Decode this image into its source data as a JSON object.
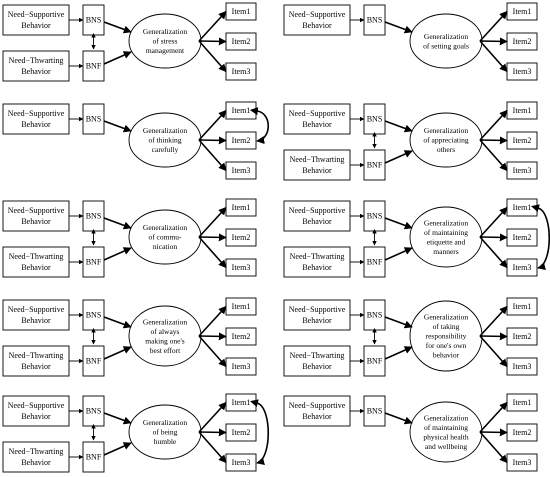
{
  "labels": {
    "supportive": [
      "Need−Supportive",
      "Behavior"
    ],
    "thwarting": [
      "Need−Thwarting",
      "Behavior"
    ],
    "bns": "BNS",
    "bnf": "BNF",
    "items": [
      "Item1",
      "Item2",
      "Item3"
    ]
  },
  "panels": [
    {
      "name": "stress-management",
      "has_thwarting": true,
      "covariance": null,
      "construct": [
        "Generalization",
        "of stress",
        "management"
      ]
    },
    {
      "name": "setting-goals",
      "has_thwarting": false,
      "covariance": null,
      "construct": [
        "Generalization",
        "of setting goals"
      ]
    },
    {
      "name": "thinking-carefully",
      "has_thwarting": false,
      "covariance": "item1-item2",
      "construct": [
        "Generalization",
        "of thinking",
        "carefully"
      ]
    },
    {
      "name": "appreciating-others",
      "has_thwarting": true,
      "covariance": null,
      "construct": [
        "Generalization",
        "of appreciating",
        "others"
      ]
    },
    {
      "name": "communication",
      "has_thwarting": true,
      "covariance": null,
      "construct": [
        "Generalization",
        "of commu-",
        "nication"
      ]
    },
    {
      "name": "maintaining-etiquette",
      "has_thwarting": true,
      "covariance": "item1-item3",
      "construct": [
        "Generalization",
        "of maintaining",
        "etiquette and",
        "manners"
      ]
    },
    {
      "name": "making-best-effort",
      "has_thwarting": true,
      "covariance": null,
      "construct": [
        "Generalization",
        "of always",
        "making one's",
        "best effort"
      ]
    },
    {
      "name": "taking-responsibility",
      "has_thwarting": true,
      "covariance": null,
      "construct": [
        "Generalization",
        "of taking",
        "responsibility",
        "for one's own",
        "behavior"
      ]
    },
    {
      "name": "being-humble",
      "has_thwarting": true,
      "covariance": "item1-item3",
      "construct": [
        "Generalization",
        "of being",
        "humble"
      ]
    },
    {
      "name": "maintaining-health",
      "has_thwarting": false,
      "covariance": null,
      "construct": [
        "Generalization",
        "of maintaining",
        "physical health",
        "and wellbeing"
      ]
    }
  ]
}
